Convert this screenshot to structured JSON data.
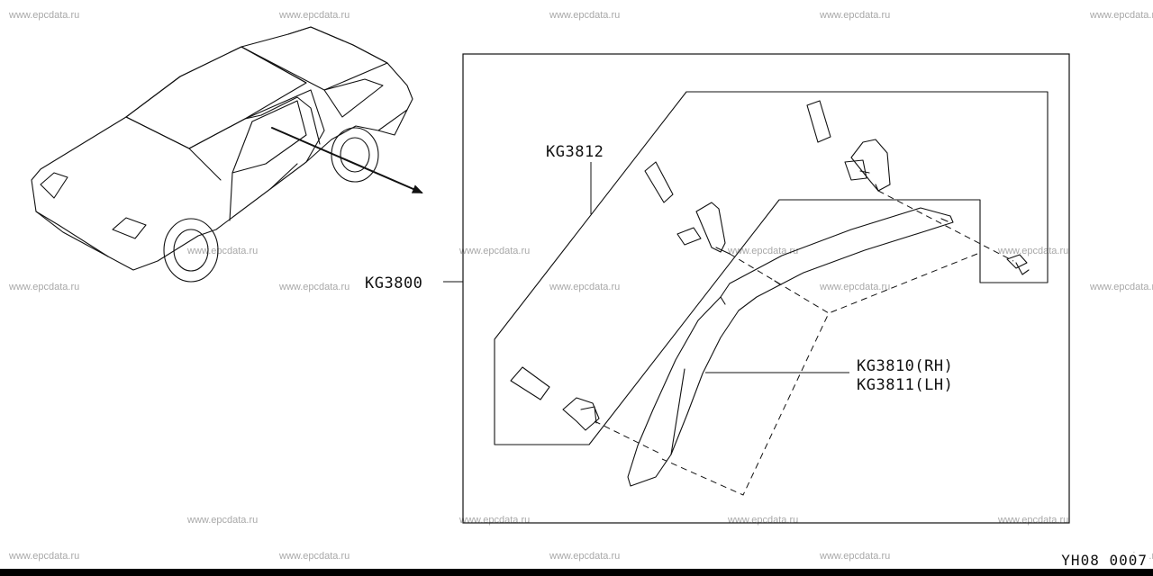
{
  "watermark": "www.epcdata.ru",
  "callouts": {
    "main_assembly": "KG3800",
    "upper_part": "KG3812",
    "pillar_rh": "KG3810(RH)",
    "pillar_lh": "KG3811(LH)"
  },
  "diagram_code": "YH08 0007"
}
